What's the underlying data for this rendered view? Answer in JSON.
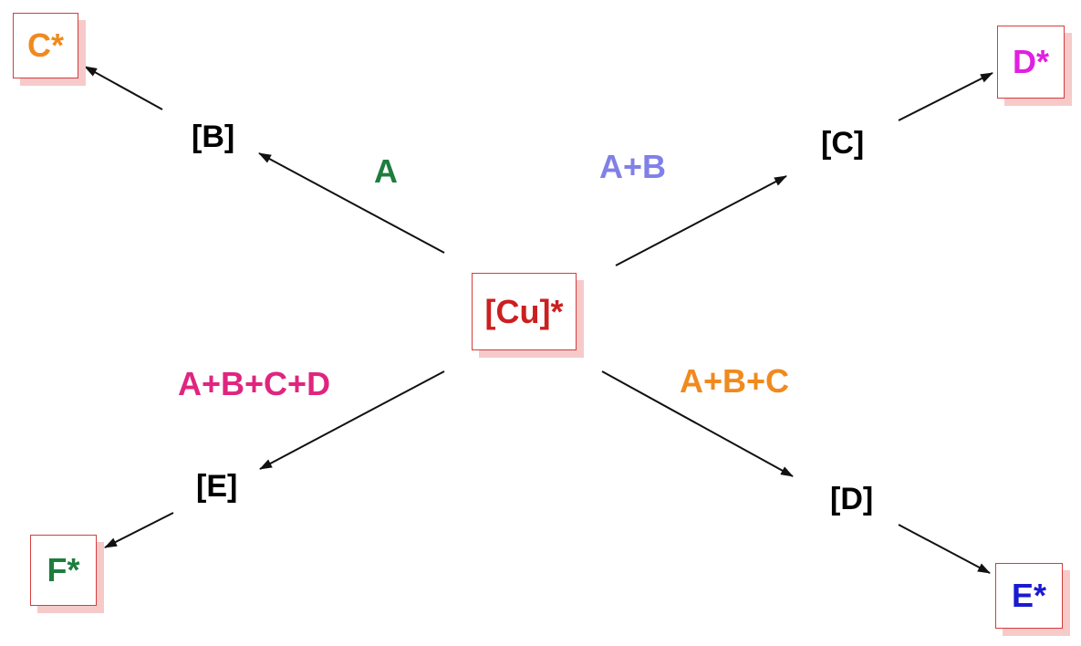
{
  "center": {
    "label": "[Cu]*",
    "color": "#cc1f1f"
  },
  "intermediates": {
    "B": "[B]",
    "C": "[C]",
    "D": "[D]",
    "E": "[E]"
  },
  "reagents": {
    "to_B": {
      "label": "A",
      "color": "#1e7d3e"
    },
    "to_C": {
      "label": "A+B",
      "color": "#8080e8"
    },
    "to_D": {
      "label": "A+B+C",
      "color": "#f08a1e"
    },
    "to_E": {
      "label": "A+B+C+D",
      "color": "#e0257f"
    }
  },
  "products": {
    "C_star": {
      "label": "C*",
      "color": "#f08a1e"
    },
    "D_star": {
      "label": "D*",
      "color": "#e020e0"
    },
    "E_star": {
      "label": "E*",
      "color": "#1a1ad0"
    },
    "F_star": {
      "label": "F*",
      "color": "#1e7d3e"
    }
  },
  "colors": {
    "arrow": "#111111",
    "box_border": "#d43d3d",
    "box_shadow": "#f7caca"
  }
}
